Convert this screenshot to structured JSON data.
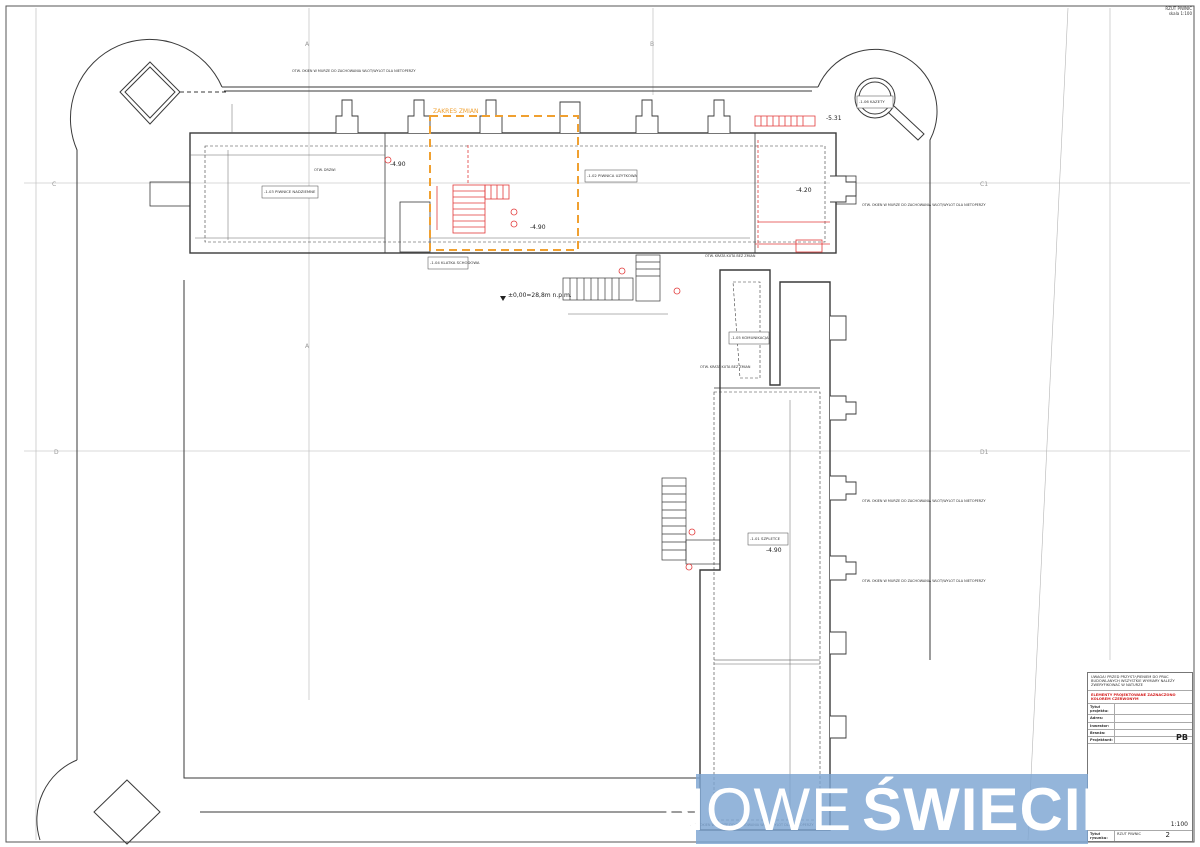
{
  "sheet": {
    "header_title": "RZUT PIWNIC",
    "header_scale": "skala 1:100"
  },
  "annotations": {
    "zone_label": "ZAKRES ZMIAN",
    "level_label": "±0,00=28,8m n.p.m.",
    "wall_note_1": "OTW. OKIEN W MURZE DO ZACHOWANIA WLOT/WYLOT DLA NIETOPERZY",
    "wall_note_2": "OTW. OKIEN W MURZE DO ZACHOWANIA WLOT/WYLOT DLA NIETOPERZY",
    "wall_note_3": "OTW. OKIEN W MURZE DO ZACHOWANIA WLOT/WYLOT DLA NIETOPERZY",
    "wall_note_4": "OTW. OKIEN W MURZE DO ZACHOWANIA WLOT/WYLOT DLA NIETOPERZY",
    "wall_note_5": "OTW. OKIEN W MURZE DO ZACHOWANIA WLOT/WYLOT DLA NIETOPERZY",
    "room_1": "-1.03 PIWNICE NADZIEMNE",
    "room_2": "-1.02 PIWNICA UZYTKOWA",
    "room_3": "-1.04 KLATKA SCHODOWA",
    "room_4": "-1.05 KOMUNIKACJA",
    "room_5": "-1.01 SZPLETCE",
    "room_6": "-1.06 KAZETY",
    "door_note_1": "OTW. DRZWI",
    "door_note_2": "OTW. KRATA KUTA BEZ ZMIAN",
    "door_note_3": "OTW. KRATA KUTA BEZ ZMIAN",
    "elev_1": "-4.90",
    "elev_2": "-4.20",
    "elev_3": "-4.90",
    "elev_4": "-5.31",
    "elev_5": "-4.90",
    "axis_a": "A",
    "axis_b": "B",
    "axis_c": "C",
    "axis_c1": "C1",
    "axis_d": "D",
    "axis_d1": "D1"
  },
  "title_block": {
    "note_1": "UWAGA! PRZED PRZYSTĄPIENIEM DO PRAC BUDOWLANYCH WSZYSTKIE WYMIARY NALEŻY ZWERYFIKOWAĆ W NATURZE",
    "note_2": "ELEMENTY PROJEKTOWANE ZAZNACZONO KOLOREM CZERWONYM",
    "row_1_label": "Tytuł projektu:",
    "row_2_label": "Adres:",
    "row_3_label": "Inwestor:",
    "row_4_label": "Branża:",
    "row_5_label": "Projektant:",
    "drawing_label": "Tytuł rysunku:",
    "drawing_title": "RZUT PIWNIC",
    "phase": "PB",
    "scale": "1:100",
    "sheet_number": "2"
  },
  "banner": {
    "word_1": "NOWE",
    "word_2": "ŚWIECIE"
  },
  "colors": {
    "line": "#3a3a3a",
    "thin_line": "#8a8a8a",
    "red": "#e23a3a",
    "orange": "#f0a030",
    "banner": "#7da5d2"
  }
}
